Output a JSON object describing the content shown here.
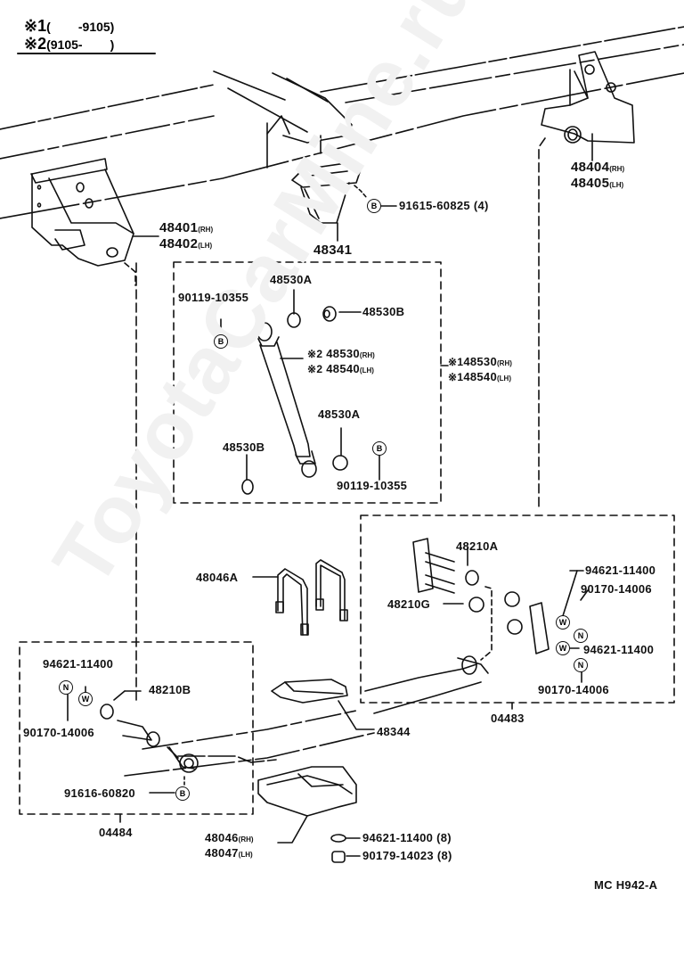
{
  "watermark": "ToyotaCarMine.ru",
  "legend": {
    "row1": {
      "mark": "※1",
      "range": "(        -9105)"
    },
    "row2": {
      "mark": "※2",
      "range": "(9105-        )"
    }
  },
  "diagram_code": "MC H942-A",
  "callouts": {
    "frame_bracket_front": {
      "rh": "48401",
      "rh_tag": "(RH)",
      "lh": "48402",
      "lh_tag": "(LH)"
    },
    "frame_bracket_rear": {
      "rh": "48404",
      "rh_tag": "(RH)",
      "lh": "48405",
      "lh_tag": "(LH)"
    },
    "bumper_stopper": "48341",
    "bumper_bolt": {
      "part": "91615-60825 (4)",
      "symbol": "B"
    },
    "shock_bushing_a_top": "48530A",
    "shock_bushing_b_top": "48530B",
    "shock_bolt_top": {
      "part": "90119-10355",
      "symbol": "B"
    },
    "shock_absorber_2": {
      "mark": "※2",
      "rh": "48530",
      "rh_tag": "(RH)",
      "lh": "48540",
      "lh_tag": "(LH)"
    },
    "shock_absorber_1": {
      "mark": "※1",
      "rh": "48530",
      "rh_tag": "(RH)",
      "lh": "48540",
      "lh_tag": "(LH)"
    },
    "shock_bushing_a_bottom": "48530A",
    "shock_bushing_b_bottom": "48530B",
    "shock_bolt_bottom": {
      "part": "90119-10355",
      "symbol": "B"
    },
    "shackle_bushing_a": "48210A",
    "shackle_bushing_g": "48210G",
    "shackle_washer_1": {
      "part": "94621-11400",
      "symbol": "W"
    },
    "shackle_nut_1": {
      "part": "90170-14006",
      "symbol": "N"
    },
    "shackle_washer_2": {
      "part": "94621-11400",
      "symbol": "W"
    },
    "shackle_nut_2": {
      "part": "90170-14006",
      "symbol": "N"
    },
    "shackle_kit": "04483",
    "u_bolt": "48046A",
    "front_washer": {
      "part": "94621-11400",
      "symbol": "W"
    },
    "front_nut": {
      "part": "90170-14006",
      "symbol": "N"
    },
    "front_bushing": "48210B",
    "front_pin_bolt": {
      "part": "91616-60820",
      "symbol": "B"
    },
    "front_kit": "04484",
    "leaf_clip": "48344",
    "spring_seat": {
      "rh": "48046",
      "rh_tag": "(RH)",
      "lh": "48047",
      "lh_tag": "(LH)"
    },
    "seat_washer": "94621-11400 (8)",
    "seat_nut": "90179-14023 (8)"
  }
}
